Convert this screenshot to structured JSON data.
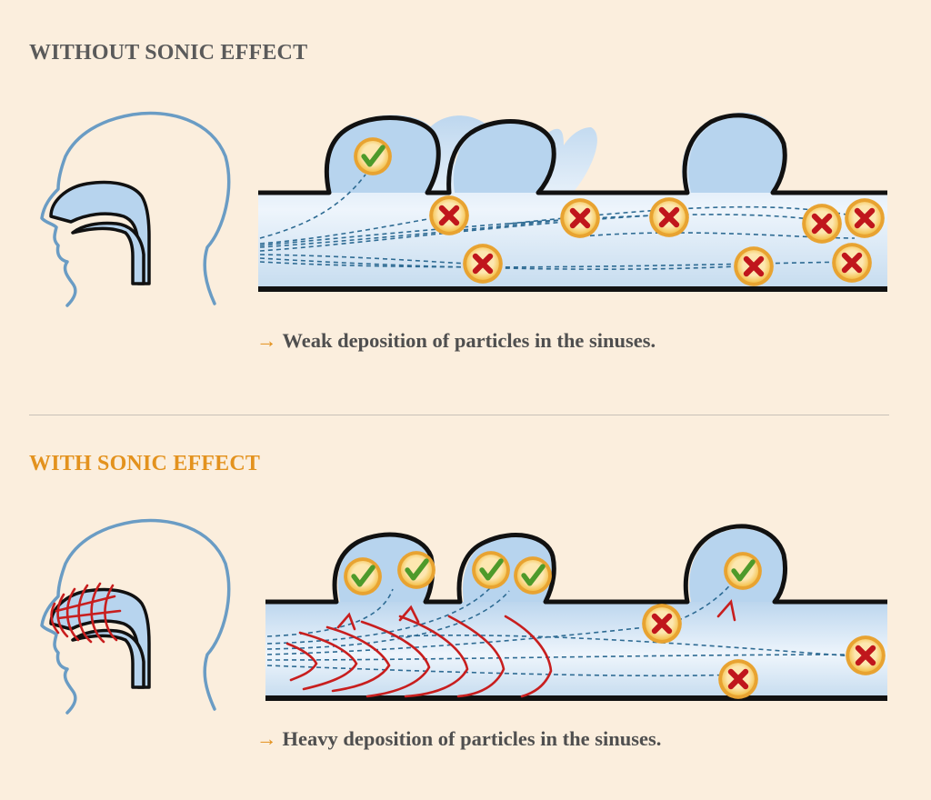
{
  "section_without": {
    "heading": "WITHOUT SONIC EFFECT",
    "arrow": "→",
    "caption": "Weak deposition of particles in the sinuses."
  },
  "section_with": {
    "heading": "WITH SONIC EFFECT",
    "arrow": "→",
    "caption": "Heavy deposition of particles in the sinuses."
  },
  "colors": {
    "background": "#fbeedd",
    "heading_gray": "#5a5a5a",
    "heading_accent": "#e3921e",
    "head_outline": "#6a9cc4",
    "airway_fill": "#b7d4ee",
    "flow_line": "#2e6b93",
    "sonic_wave": "#c81e1e",
    "check_green": "#4e9a2a",
    "cross_red": "#c0161c",
    "marker_ring": "#e39a22"
  },
  "icons": {
    "success_marker": "check-icon",
    "fail_marker": "cross-icon"
  }
}
